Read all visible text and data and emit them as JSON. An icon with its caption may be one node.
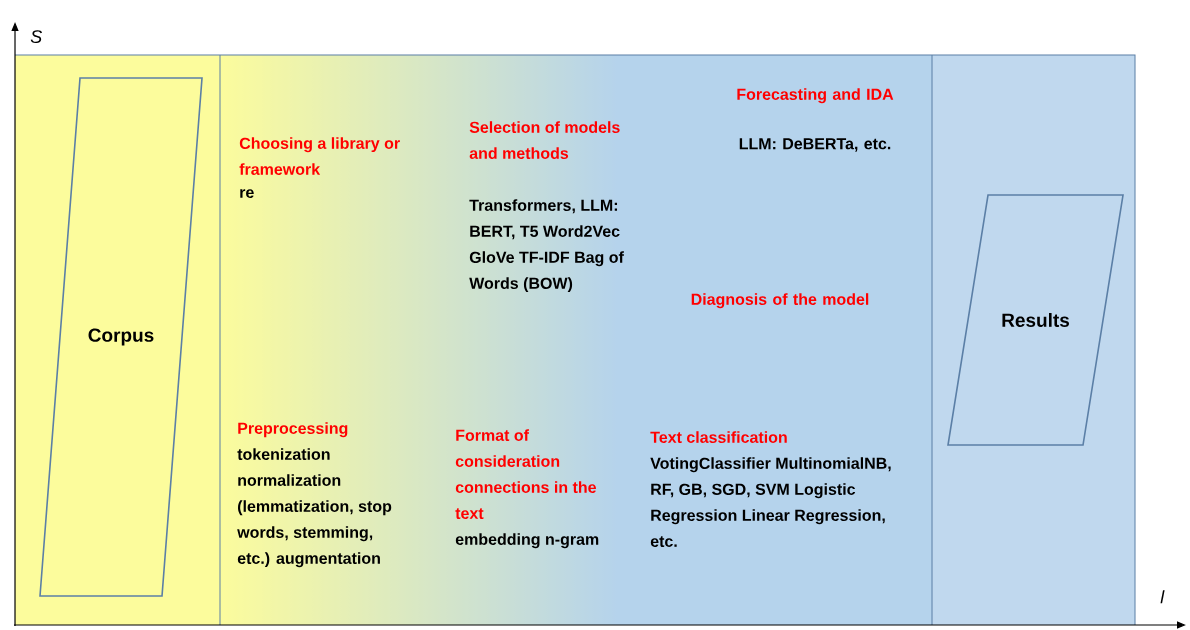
{
  "diagram": {
    "nodes": [
      {
        "text": [
          "Corpus"
        ]
      },
      {
        "text": [
          "Results"
        ]
      }
    ],
    "labels": [
      "S",
      "Forecasting and IDA",
      "LLM: DeBERTa, etc.",
      "Selection of models and methods",
      "Transformers, LLM: BERT, T5 Word2Vec GloVe TF-IDF Bag of Words (BOW)",
      "Choosing a library or framework",
      "re",
      "Diagnosis of the model",
      "Preprocessing",
      "tokenization normalization (lemmatization, stop words, stemming, etc.) augmentation",
      "Format of consideration connections in the text",
      "embedding n-gram",
      "Text classification",
      "VotingClassifier MultinomialNB, RF, GB, SGD, SVM Logistic Regression Linear Regression, etc.",
      "l"
    ]
  }
}
